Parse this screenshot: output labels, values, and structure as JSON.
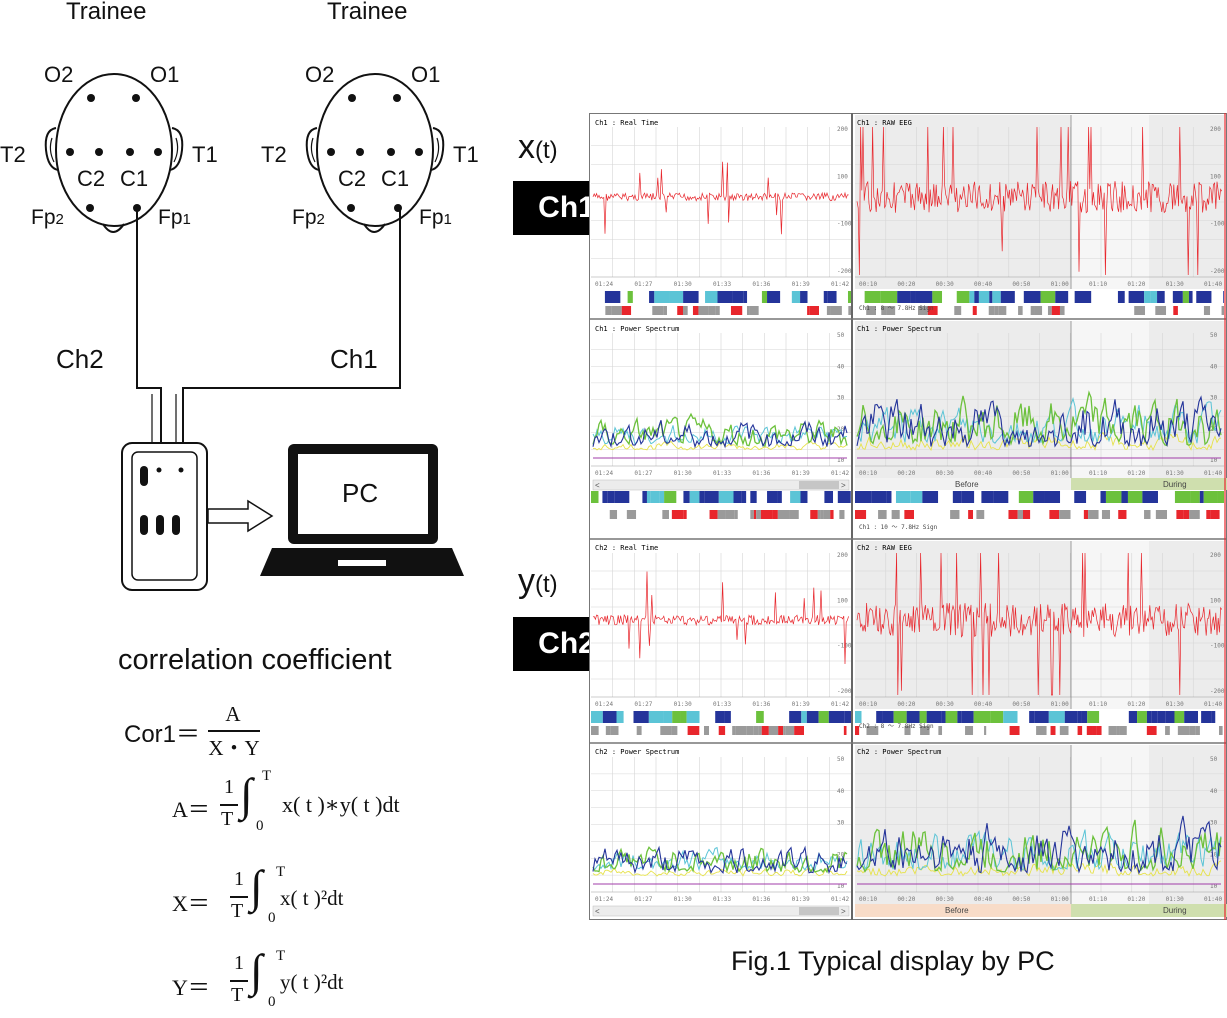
{
  "heads": [
    {
      "title": "Trainee",
      "o2": "O2",
      "o1": "O1",
      "t2": "T2",
      "t1": "T1",
      "c2": "C2",
      "c1": "C1",
      "fp2": "Fp",
      "fp2_sub": "2",
      "fp1": "Fp",
      "fp1_sub": "1"
    },
    {
      "title": "Trainee",
      "o2": "O2",
      "o1": "O1",
      "t2": "T2",
      "t1": "T1",
      "c2": "C2",
      "c1": "C1",
      "fp2": "Fp",
      "fp2_sub": "2",
      "fp1": "Fp",
      "fp1_sub": "1"
    }
  ],
  "wires": {
    "ch2": "Ch2",
    "ch1": "Ch1"
  },
  "pc_label": "PC",
  "correlation": {
    "heading": "correlation coefficient",
    "cor_lhs": "Cor1＝",
    "cor_num": "A",
    "cor_den": "X・Y",
    "a_lhs": "A＝",
    "a_body": "x( t )∗y( t )dt",
    "x_lhs": "X＝",
    "x_body": "x( t )²dt",
    "y_lhs": "Y＝",
    "y_body": "y( t )²dt",
    "one": "1",
    "T": "T",
    "zero": "0"
  },
  "signals": {
    "x_label": "x",
    "x_arg": "(t)",
    "ch1_tag": "Ch1",
    "y_label": "y",
    "y_arg": "(t)",
    "ch2_tag": "Ch2"
  },
  "screen": {
    "p1_left_title": "Ch1 : Real Time",
    "p1_right_title": "Ch1 : RAW EEG",
    "p2_left_title": "Ch1 : Power Spectrum",
    "p2_right_title": "Ch1 : Power Spectrum",
    "p3_left_title": "Ch2 : Real Time",
    "p3_right_title": "Ch2 : RAW EEG",
    "p4_left_title": "Ch2 : Power Spectrum",
    "p4_right_title": "Ch2 : Power Spectrum",
    "before_label": "Before",
    "during_label": "During",
    "y_ticks_raw": [
      "200",
      "100",
      "-100",
      "-200"
    ],
    "y_ticks_ps": [
      "50",
      "40",
      "30",
      "20",
      "10"
    ],
    "left_times": [
      "01:24",
      "01:27",
      "01:30",
      "01:33",
      "01:36",
      "01:39",
      "01:42"
    ],
    "right_times": [
      "00:10",
      "00:20",
      "00:30",
      "00:40",
      "00:50",
      "01:00",
      "01:10",
      "01:20",
      "01:30",
      "01:40"
    ],
    "band_text_1": "Ch1 : 8 ～ 7.8Hz Sign",
    "band_text_2": "Ch1 : 10 ～ 7.8Hz Sign",
    "band_text_3": "Ch2 : 8 ～ 7.8Hz Sign",
    "colors": {
      "eeg": "#e8262c",
      "blue": "#24349a",
      "cyan": "#5bc4d6",
      "green": "#6cc13c",
      "yellow": "#e6e24a",
      "purple": "#a03ca8"
    }
  },
  "caption": "Fig.1  Typical display by PC"
}
